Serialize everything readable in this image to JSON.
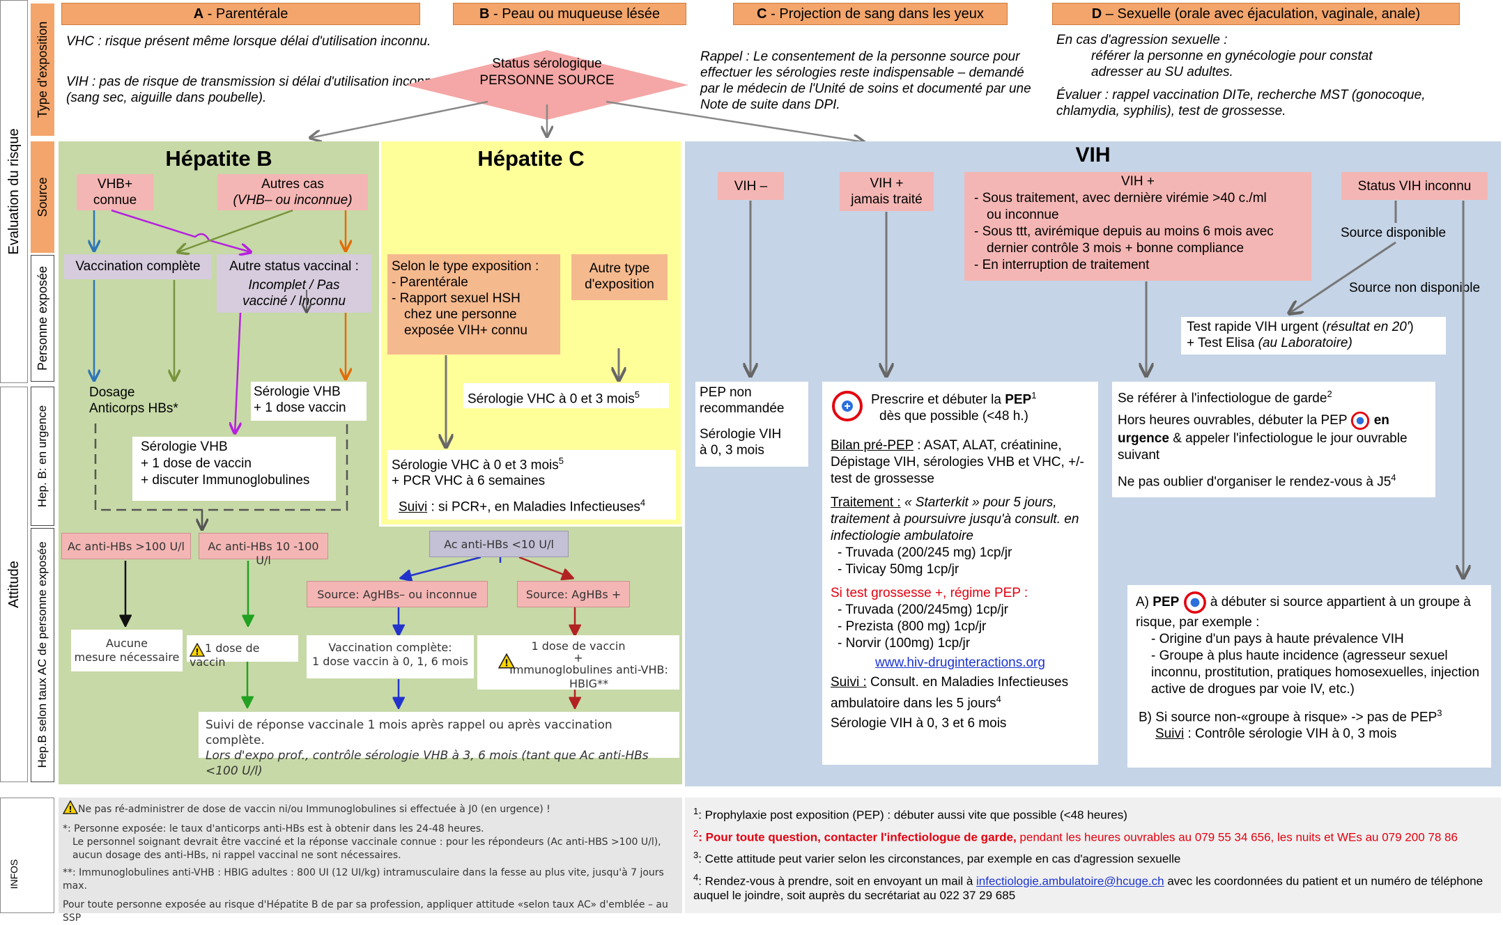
{
  "side": {
    "eval": "Evaluation du risque",
    "type_expo": "Type d'exposition",
    "source": "Source",
    "personne": "Personne exposée",
    "attitude": "Attitude",
    "hepb_urg": "Hep. B: en urgence",
    "hepb_taux": "Hep.B selon taux AC de personne exposée",
    "infos": "INFOS"
  },
  "headers": {
    "a_letter": "A",
    "a_text": " - Parentérale",
    "b_letter": "B",
    "b_text": " - Peau ou muqueuse lésée",
    "c_letter": "C",
    "c_text": " - Projection de sang dans les yeux",
    "d_letter": "D",
    "d_text": " – Sexuelle (orale avec éjaculation, vaginale, anale)"
  },
  "intro_left": {
    "p1": "VHC : risque présent même lorsque délai d'utilisation inconnu.",
    "p2": "VIH : pas de risque de transmission si délai d'utilisation inconnu (sang sec, aiguille dans poubelle)."
  },
  "diamond": {
    "line1": "Status sérologique",
    "line2": "PERSONNE SOURCE"
  },
  "rappel": "Rappel : Le consentement de la personne source pour effectuer les sérologies reste indispensable – demandé par le médecin de l'Unité de soins et documenté par une Note de suite dans DPI.",
  "agression": {
    "line1": "En cas d'agression sexuelle :",
    "line2": "référer la personne en gynécologie pour constat",
    "line3": "adresser au SU adultes.",
    "eval": "Évaluer : rappel vaccination DITe, recherche MST (gonocoque, chlamydia, syphilis), test de grossesse."
  },
  "hepb": {
    "title": "Hépatite B",
    "vhb_connue": "VHB+ connue",
    "autres_cas_1": "Autres cas",
    "autres_cas_2": "(VHB– ou inconnue)",
    "vacc_complete": "Vaccination complète",
    "autre_status_1": "Autre status vaccinal :",
    "autre_status_2": "Incomplet / Pas vacciné / Inconnu",
    "dosage_1": "Dosage",
    "dosage_2": "Anticorps HBs*",
    "sero_vaccin_1": "Sérologie VHB",
    "sero_vaccin_2": "+ 1 dose vaccin",
    "sero_ig_1": "Sérologie VHB",
    "sero_ig_2": "+ 1 dose de vaccin",
    "sero_ig_3": "+ discuter Immunoglobulines",
    "ac_100": "Ac anti-HBs >100 U/l",
    "ac_10_100": "Ac anti-HBs 10 -100 U/l",
    "ac_10": "Ac anti-HBs <10 U/l",
    "src_neg": "Source: AgHBs– ou inconnue",
    "src_pos": "Source: AgHBs +",
    "aucune_1": "Aucune",
    "aucune_2": "mesure nécessaire",
    "une_dose": "1 dose de vaccin",
    "vacc_comp_1": "Vaccination complète:",
    "vacc_comp_2": "1 dose vaccin à 0, 1, 6 mois",
    "hbig_1": "1 dose de vaccin",
    "hbig_2": "+",
    "hbig_3": "Immunoglobulines anti-VHB: HBIG**",
    "suivi_1": "Suivi de réponse vaccinale 1 mois après rappel ou après vaccination complète.",
    "suivi_2": "Lors d'expo prof., contrôle sérologie VHB à 3, 6 mois (tant que Ac anti-HBs <100 U/l)"
  },
  "hepc": {
    "title": "Hépatite C",
    "selon_1": "Selon le type exposition :",
    "selon_2": "- Parentérale",
    "selon_3": "- Rapport sexuel HSH",
    "selon_4": "chez une personne",
    "selon_5": "exposée VIH+ connu",
    "autre_1": "Autre type",
    "autre_2": "d'exposition",
    "sero_03": "Sérologie VHC à 0 et 3 mois",
    "sup5": "5",
    "sero_pcr_1": "Sérologie VHC à 0 et 3 mois",
    "sero_pcr_2": "+ PCR VHC à 6 semaines",
    "suivi_label": "Suivi",
    "suivi_text": " : si PCR+, en Maladies Infectieuses",
    "sup4": "4"
  },
  "vih": {
    "title": "VIH",
    "neg": "VIH –",
    "jamais_1": "VIH +",
    "jamais_2": "jamais traité",
    "pos_title": "VIH +",
    "pos_1": "- Sous traitement, avec dernière virémie >40 c./ml",
    "pos_1b": "ou inconnue",
    "pos_2": "- Sous ttt, avirémique depuis au moins 6 mois avec",
    "pos_2b": "dernier contrôle   3 mois + bonne compliance",
    "pos_3": "- En interruption de traitement",
    "inconnu": "Status VIH inconnu",
    "src_dispo": "Source disponible",
    "src_non_dispo": "Source non disponible",
    "test_rapide_1": "Test rapide VIH urgent (",
    "test_rapide_1i": "résultat en 20'",
    "test_rapide_1e": ")",
    "test_rapide_2": "+ Test Elisa ",
    "test_rapide_2i": "(au Laboratoire)",
    "pep_non_1": "PEP non",
    "pep_non_2": "recommandée",
    "pep_non_3": "Sérologie VIH",
    "pep_non_4": "à 0, 3 mois",
    "presc_1": "Prescrire et débuter la ",
    "presc_pep": "PEP",
    "sup1": "1",
    "presc_2": "dès que possible (<48 h.)",
    "bilan_label": "Bilan pré-PEP",
    "bilan_text": " : ASAT, ALAT, créatinine, Dépistage VIH, sérologies VHB et VHC, +/- test de grossesse",
    "trait_label": "Traitement :",
    "trait_text": " « Starterkit » pour 5 jours, traitement à poursuivre jusqu'à consult. en infectiologie ambulatoire",
    "truvada": "- Truvada   (200/245 mg) 1cp/jr",
    "tivicay": "- Tivicay   50mg 1cp/jr",
    "grossesse": "Si test grossesse +, régime PEP :",
    "truvada2": "- Truvada   (200/245mg) 1cp/jr",
    "prezista": "- Prezista   (800 mg) 1cp/jr",
    "norvir": "- Norvir   (100mg) 1cp/jr",
    "link": "www.hiv-druginteractions.org",
    "suivi_label": "Suivi :",
    "suivi_text": " Consult. en Maladies Infectieuses ambulatoire dans les 5 jours",
    "sup4": "4",
    "sero_036": "Sérologie VIH à 0, 3 et 6 mois",
    "ref_1": "Se référer à l'infectiologue de garde",
    "sup2": "2",
    "ref_2a": "Hors heures ouvrables, débuter la PEP",
    "ref_2b": "en urgence",
    "ref_2c": " & appeler l'infectiologue le jour ouvrable suivant",
    "ref_3": "Ne pas oublier d'organiser le rendez-vous à J5",
    "a_prefix": "A) ",
    "a_pep": "PEP",
    "a_text": " à débuter si source appartient à un groupe à risque, par exemple :",
    "a_b1": "- Origine d'un pays à haute prévalence VIH",
    "a_b2": "- Groupe à plus haute incidence (agresseur sexuel inconnu, prostitution, pratiques homosexuelles, injection active de drogues par voie IV, etc.)",
    "b_text": "B) Si source non-«groupe à risque» -> pas de PEP",
    "sup3": "3",
    "b_suivi_label": "Suivi",
    "b_suivi_text": " : Contrôle sérologie VIH à 0, 3 mois"
  },
  "infos_left": {
    "l1": "Ne pas ré-administrer de dose de vaccin ni/ou Immunoglobulines si effectuée à J0 (en urgence) !",
    "l2": "*: Personne exposée: le taux d'anticorps anti-HBs est à obtenir dans les 24-48 heures.",
    "l3": "Le personnel soignant devrait être vacciné et la réponse vaccinale connue : pour les répondeurs (Ac anti-HBS >100 U/l), aucun dosage des anti-HBs, ni rappel vaccinal ne sont nécessaires.",
    "l4": "**: Immunoglobulines anti-VHB : HBIG adultes : 800 UI (12 UI/kg) intramusculaire dans la fesse au plus vite, jusqu'à 7 jours max.",
    "l5": "Pour toute personne exposée au risque d'Hépatite B de par sa profession, appliquer attitude «selon taux AC» d'emblée – au SSP"
  },
  "infos_right": {
    "n1": "1",
    "t1": ": Prophylaxie post exposition (PEP) : débuter aussi vite que possible (<48 heures)",
    "n2": "2",
    "t2b": ": Pour toute question, contacter l'infectiologue de garde,",
    "t2": " pendant les heures ouvrables au 079 55 34 656, les nuits et WEs au 079 200 78 86",
    "n3": "3",
    "t3": ": Cette attitude peut varier selon les circonstances, par exemple en cas d'agression sexuelle",
    "n4": "4",
    "t4a": ": Rendez-vous à prendre, soit en envoyant un mail à ",
    "t4link": "infectiologie.ambulatoire@hcuge.ch",
    "t4b": " avec les coordonnées du patient et un numéro de téléphone auquel le joindre, soit auprès du secrétariat au 022 37 29 685"
  }
}
